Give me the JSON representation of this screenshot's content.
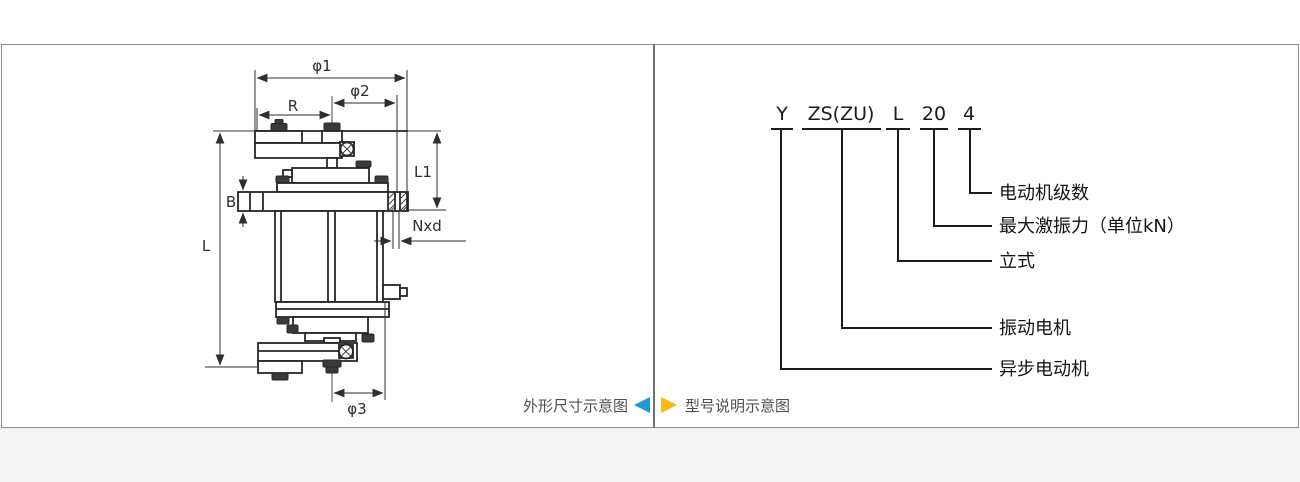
{
  "left_panel": {
    "caption": "外形尺寸示意图",
    "dim_labels": {
      "phi1": "φ1",
      "phi2": "φ2",
      "r": "R",
      "l1": "L1",
      "b": "B",
      "l": "L",
      "nxd": "Nxd",
      "phi3": "φ3"
    }
  },
  "right_panel": {
    "caption": "型号说明示意图",
    "model_code": [
      {
        "code": "Y",
        "meaning": "异步电动机"
      },
      {
        "code": "ZS(ZU)",
        "meaning": "振动电机"
      },
      {
        "code": "L",
        "meaning": "立式"
      },
      {
        "code": "20",
        "meaning": "最大激振力（单位kN）"
      },
      {
        "code": "4",
        "meaning": "电动机级数"
      }
    ]
  },
  "colors": {
    "prev_arrow": "#1e9ad8",
    "next_arrow": "#fcb815"
  }
}
